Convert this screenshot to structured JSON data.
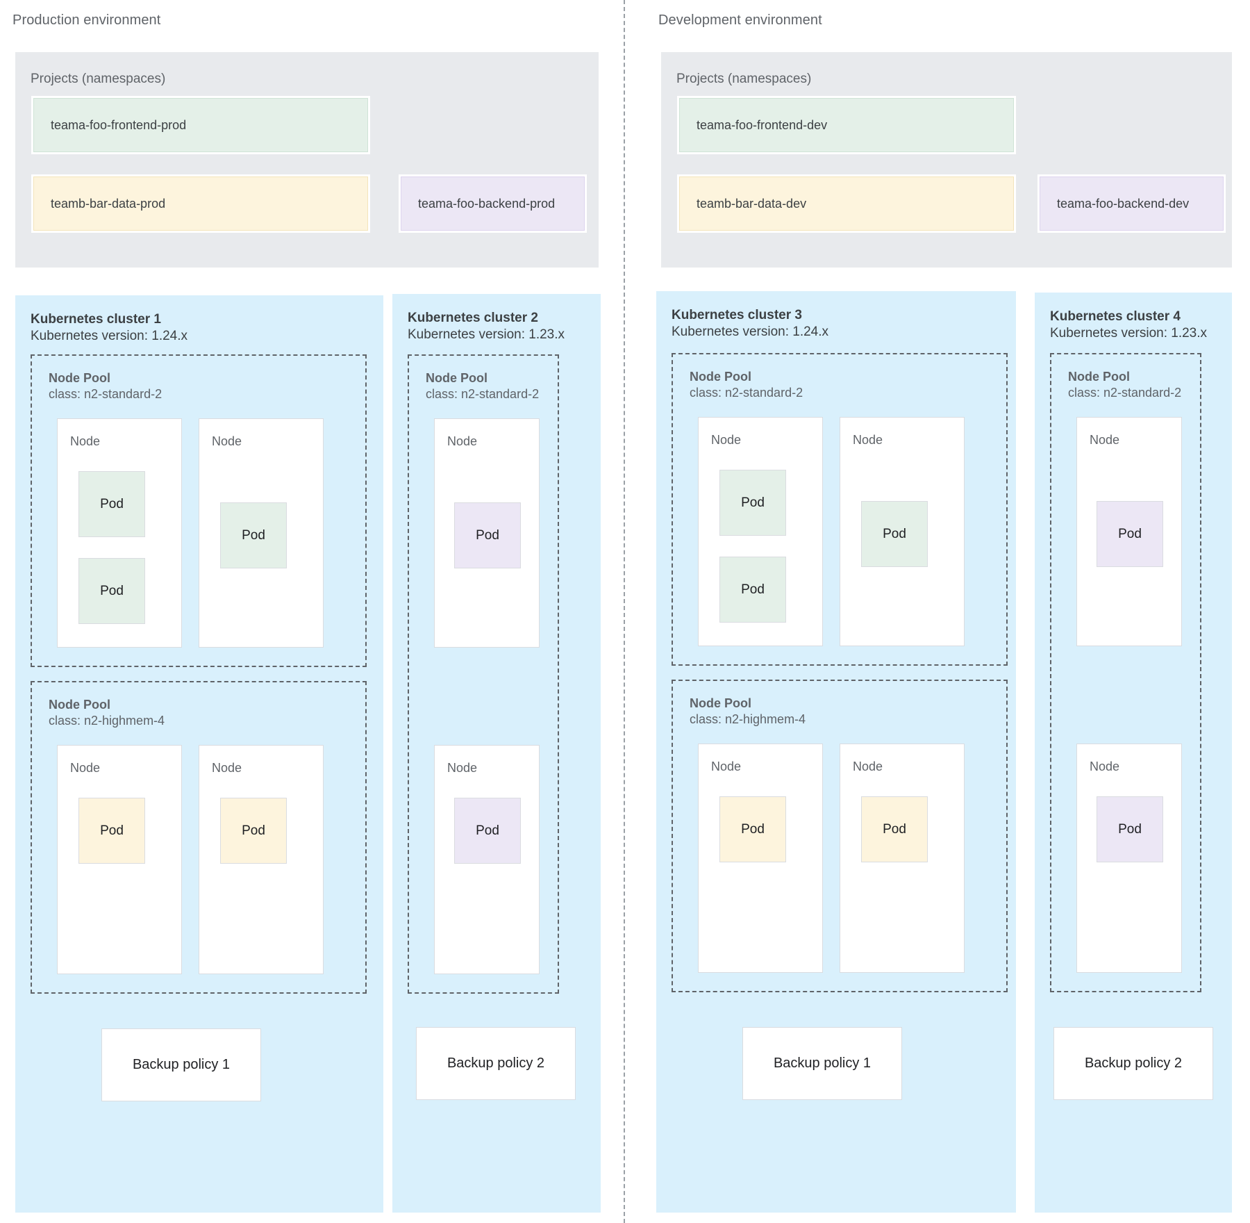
{
  "environments": [
    {
      "title": "Production environment",
      "projects_label": "Projects (namespaces)",
      "namespaces": [
        {
          "name": "teama-foo-frontend-prod",
          "color": "green"
        },
        {
          "name": "teamb-bar-data-prod",
          "color": "yellow"
        },
        {
          "name": "teama-foo-backend-prod",
          "color": "purple"
        }
      ]
    },
    {
      "title": "Development environment",
      "projects_label": "Projects (namespaces)",
      "namespaces": [
        {
          "name": "teama-foo-frontend-dev",
          "color": "green"
        },
        {
          "name": "teamb-bar-data-dev",
          "color": "yellow"
        },
        {
          "name": "teama-foo-backend-dev",
          "color": "purple"
        }
      ]
    }
  ],
  "clusters": [
    {
      "title": "Kubernetes cluster 1",
      "version": "Kubernetes version: 1.24.x",
      "backup_policy": "Backup policy 1",
      "node_pools": [
        {
          "label": "Node Pool",
          "class": "class: n2-standard-2",
          "nodes": [
            {
              "label": "Node",
              "pods": [
                {
                  "label": "Pod",
                  "color": "green"
                },
                {
                  "label": "Pod",
                  "color": "green"
                }
              ]
            },
            {
              "label": "Node",
              "pods": [
                {
                  "label": "Pod",
                  "color": "green"
                }
              ]
            }
          ]
        },
        {
          "label": "Node Pool",
          "class": "class: n2-highmem-4",
          "nodes": [
            {
              "label": "Node",
              "pods": [
                {
                  "label": "Pod",
                  "color": "yellow"
                }
              ]
            },
            {
              "label": "Node",
              "pods": [
                {
                  "label": "Pod",
                  "color": "yellow"
                }
              ]
            }
          ]
        }
      ]
    },
    {
      "title": "Kubernetes cluster 2",
      "version": "Kubernetes version: 1.23.x",
      "backup_policy": "Backup policy 2",
      "node_pools": [
        {
          "label": "Node Pool",
          "class": "class: n2-standard-2",
          "nodes": [
            {
              "label": "Node",
              "pods": [
                {
                  "label": "Pod",
                  "color": "purple"
                }
              ]
            },
            {
              "label": "Node",
              "pods": [
                {
                  "label": "Pod",
                  "color": "purple"
                }
              ]
            }
          ]
        }
      ]
    },
    {
      "title": "Kubernetes cluster 3",
      "version": "Kubernetes version: 1.24.x",
      "backup_policy": "Backup policy 1",
      "node_pools": [
        {
          "label": "Node Pool",
          "class": "class: n2-standard-2",
          "nodes": [
            {
              "label": "Node",
              "pods": [
                {
                  "label": "Pod",
                  "color": "green"
                },
                {
                  "label": "Pod",
                  "color": "green"
                }
              ]
            },
            {
              "label": "Node",
              "pods": [
                {
                  "label": "Pod",
                  "color": "green"
                }
              ]
            }
          ]
        },
        {
          "label": "Node Pool",
          "class": "class: n2-highmem-4",
          "nodes": [
            {
              "label": "Node",
              "pods": [
                {
                  "label": "Pod",
                  "color": "yellow"
                }
              ]
            },
            {
              "label": "Node",
              "pods": [
                {
                  "label": "Pod",
                  "color": "yellow"
                }
              ]
            }
          ]
        }
      ]
    },
    {
      "title": "Kubernetes cluster 4",
      "version": "Kubernetes version: 1.23.x",
      "backup_policy": "Backup policy 2",
      "node_pools": [
        {
          "label": "Node Pool",
          "class": "class: n2-standard-2",
          "nodes": [
            {
              "label": "Node",
              "pods": [
                {
                  "label": "Pod",
                  "color": "purple"
                }
              ]
            },
            {
              "label": "Node",
              "pods": [
                {
                  "label": "Pod",
                  "color": "purple"
                }
              ]
            }
          ]
        }
      ]
    }
  ],
  "colors": {
    "cluster_background": "#d9f0fc",
    "projects_background": "#e8eaed",
    "pod_green": "#e4f0e8",
    "pod_yellow": "#fdf4dd",
    "pod_purple": "#ece7f5",
    "node_border": "#dadce0",
    "dashed_border": "#5f6368",
    "text_primary": "#3c4043",
    "text_secondary": "#5f6368"
  }
}
